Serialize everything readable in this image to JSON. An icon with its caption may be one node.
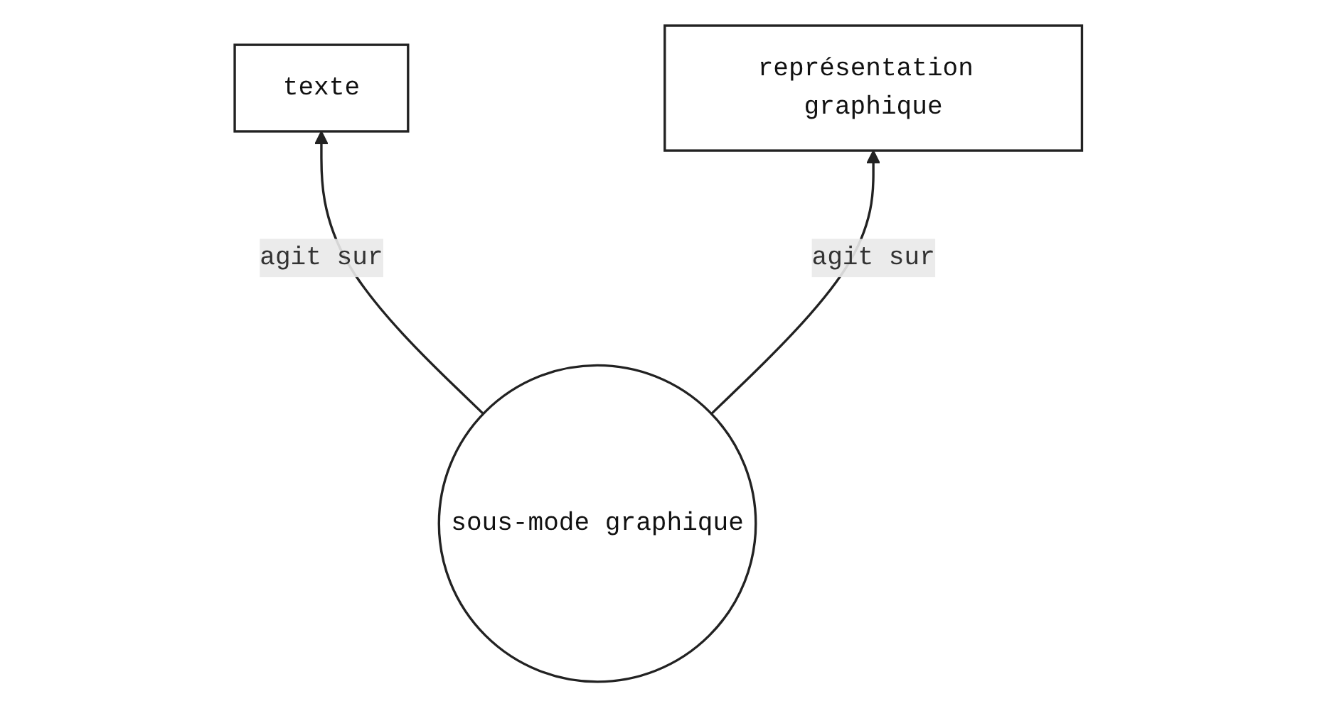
{
  "diagram": {
    "nodes": [
      {
        "text": [
          "texte"
        ]
      },
      {
        "text": [
          "représentation graphique"
        ]
      },
      {
        "text": [
          "sous-mode graphique"
        ]
      }
    ],
    "edges": [
      {
        "from": 2,
        "to": 0,
        "arrow": "to",
        "label": "agit sur"
      },
      {
        "from": 2,
        "to": 1,
        "arrow": "to",
        "label": "agit sur"
      }
    ]
  }
}
